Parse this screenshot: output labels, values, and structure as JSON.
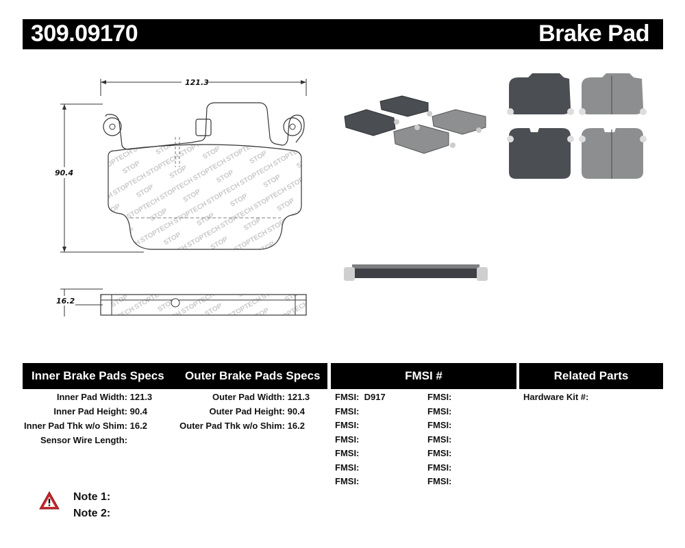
{
  "header": {
    "part_number": "309.09170",
    "product_type": "Brake Pad"
  },
  "drawing": {
    "width_dim": "121.3",
    "height_dim": "90.4",
    "thickness_dim": "16.2",
    "watermark": "STOPTECH"
  },
  "inner": {
    "title": "Inner Brake Pads Specs",
    "rows": [
      {
        "label": "Inner Pad Width:",
        "value": "121.3"
      },
      {
        "label": "Inner Pad Height:",
        "value": "90.4"
      },
      {
        "label": "Inner Pad Thk w/o Shim:",
        "value": "16.2"
      },
      {
        "label": "Sensor Wire Length:",
        "value": ""
      }
    ]
  },
  "outer": {
    "title": "Outer Brake Pads Specs",
    "rows": [
      {
        "label": "Outer Pad Width:",
        "value": "121.3"
      },
      {
        "label": "Outer Pad Height:",
        "value": "90.4"
      },
      {
        "label": "Outer Pad Thk w/o Shim:",
        "value": "16.2"
      }
    ]
  },
  "fmsi": {
    "title": "FMSI #",
    "left": [
      {
        "label": "FMSI:",
        "value": "D917"
      },
      {
        "label": "FMSI:",
        "value": ""
      },
      {
        "label": "FMSI:",
        "value": ""
      },
      {
        "label": "FMSI:",
        "value": ""
      },
      {
        "label": "FMSI:",
        "value": ""
      },
      {
        "label": "FMSI:",
        "value": ""
      },
      {
        "label": "FMSI:",
        "value": ""
      }
    ],
    "right": [
      {
        "label": "FMSI:",
        "value": ""
      },
      {
        "label": "FMSI:",
        "value": ""
      },
      {
        "label": "FMSI:",
        "value": ""
      },
      {
        "label": "FMSI:",
        "value": ""
      },
      {
        "label": "FMSI:",
        "value": ""
      },
      {
        "label": "FMSI:",
        "value": ""
      },
      {
        "label": "FMSI:",
        "value": ""
      }
    ]
  },
  "related": {
    "title": "Related Parts",
    "hardware_label": "Hardware Kit #:"
  },
  "notes": {
    "note1": "Note 1:",
    "note2": "Note 2:"
  }
}
